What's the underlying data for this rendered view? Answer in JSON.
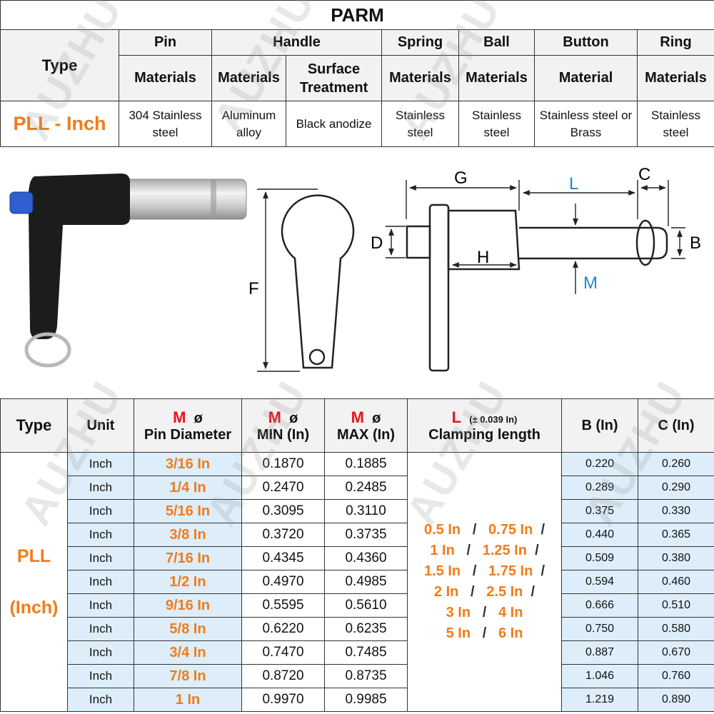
{
  "parm": {
    "title": "PARM",
    "type_label": "Type",
    "groups": [
      "Pin",
      "Handle",
      "Spring",
      "Ball",
      "Button",
      "Ring"
    ],
    "subheaders": [
      "Materials",
      "Materials",
      "Surface Treatment",
      "Materials",
      "Materials",
      "Material",
      "Materials"
    ],
    "type_value": "PLL - Inch",
    "values": [
      "304 Stainless steel",
      "Aluminum alloy",
      "Black anodize",
      "Stainless steel",
      "Stainless steel",
      "Stainless steel or Brass",
      "Stainless steel"
    ]
  },
  "diagram": {
    "labels": {
      "G": "G",
      "L": "L",
      "C": "C",
      "D": "D",
      "H": "H",
      "M": "M",
      "B": "B",
      "F": "F"
    }
  },
  "spec": {
    "headers": {
      "type": "Type",
      "unit": "Unit",
      "m": "M",
      "phi": "ø",
      "pin_diameter": "Pin Diameter",
      "min": "MIN (In)",
      "max": "MAX (In)",
      "l": "L",
      "l_tol": "(± 0.039 In)",
      "clamping": "Clamping length",
      "b": "B  (In)",
      "c": "C  (In)"
    },
    "type_value_1": "PLL",
    "type_value_2": "(Inch)",
    "rows": [
      {
        "unit": "Inch",
        "pin": "3/16 In",
        "min": "0.1870",
        "max": "0.1885",
        "b": "0.220",
        "c": "0.260"
      },
      {
        "unit": "Inch",
        "pin": "1/4 In",
        "min": "0.2470",
        "max": "0.2485",
        "b": "0.289",
        "c": "0.290"
      },
      {
        "unit": "Inch",
        "pin": "5/16 In",
        "min": "0.3095",
        "max": "0.3110",
        "b": "0.375",
        "c": "0.330"
      },
      {
        "unit": "Inch",
        "pin": "3/8 In",
        "min": "0.3720",
        "max": "0.3735",
        "b": "0.440",
        "c": "0.365"
      },
      {
        "unit": "Inch",
        "pin": "7/16 In",
        "min": "0.4345",
        "max": "0.4360",
        "b": "0.509",
        "c": "0.380"
      },
      {
        "unit": "Inch",
        "pin": "1/2 In",
        "min": "0.4970",
        "max": "0.4985",
        "b": "0.594",
        "c": "0.460"
      },
      {
        "unit": "Inch",
        "pin": "9/16 In",
        "min": "0.5595",
        "max": "0.5610",
        "b": "0.666",
        "c": "0.510"
      },
      {
        "unit": "Inch",
        "pin": "5/8 In",
        "min": "0.6220",
        "max": "0.6235",
        "b": "0.750",
        "c": "0.580"
      },
      {
        "unit": "Inch",
        "pin": "3/4 In",
        "min": "0.7470",
        "max": "0.7485",
        "b": "0.887",
        "c": "0.670"
      },
      {
        "unit": "Inch",
        "pin": "7/8 In",
        "min": "0.8720",
        "max": "0.8735",
        "b": "1.046",
        "c": "0.760"
      },
      {
        "unit": "Inch",
        "pin": "1 In",
        "min": "0.9970",
        "max": "0.9985",
        "b": "1.219",
        "c": "0.890"
      }
    ],
    "lengths": [
      [
        "0.5 In",
        "0.75 In"
      ],
      [
        "1 In",
        "1.25 In"
      ],
      [
        "1.5 In",
        "1.75 In"
      ],
      [
        "2 In",
        "2.5 In"
      ],
      [
        "3 In",
        "4 In"
      ],
      [
        "5 In",
        "6 In"
      ]
    ],
    "length_separator": "/"
  },
  "watermark": "AUZHU",
  "colors": {
    "orange": "#f07c1a",
    "red": "#e8141c",
    "blue": "#1e88d2",
    "light_blue": "#ddeefa",
    "header_gray": "#f2f2f2"
  }
}
